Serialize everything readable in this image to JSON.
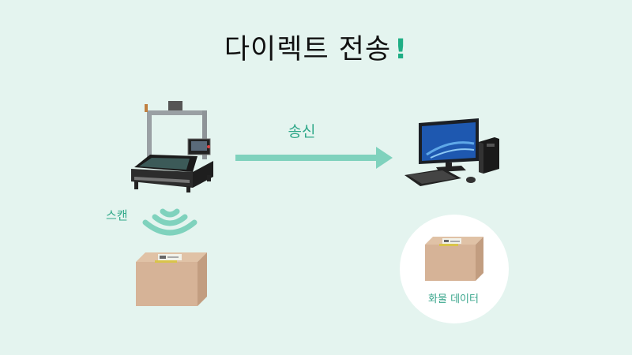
{
  "title": {
    "text": "다이렉트 전송",
    "exclaim": "!"
  },
  "flow": {
    "send_label": "송신",
    "scan_label": "스캔"
  },
  "cargo": {
    "label": "화물 데이터"
  },
  "colors": {
    "background": "#e4f4ef",
    "accent": "#1fae85",
    "arrow": "#7fd2bd"
  },
  "icons": [
    "scanner-machine-icon",
    "scan-wave-icon",
    "cardboard-box-icon",
    "desktop-computer-icon",
    "arrow-right-icon"
  ]
}
